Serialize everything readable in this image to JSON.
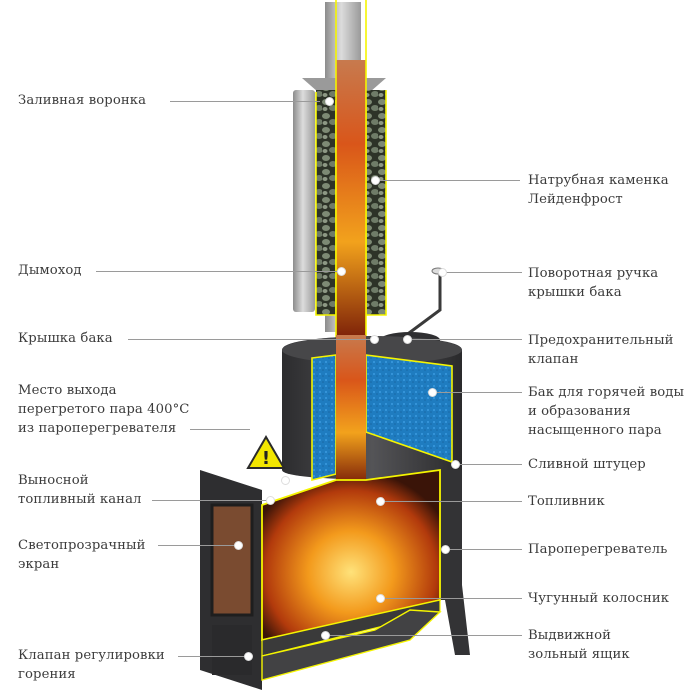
{
  "diagram": {
    "subject": "Sauna stove cutaway",
    "colors": {
      "outline": "#f5f500",
      "body": "#3b3b3d",
      "steel": "#b8b8b8",
      "water": "#1e7fc0",
      "fire": "#e8741a",
      "glass": "#8a5a3a",
      "warning_sign": "#f2e600"
    },
    "labels_left": [
      {
        "id": "funnel",
        "text": "Заливная воронка"
      },
      {
        "id": "chimney",
        "text": "Дымоход"
      },
      {
        "id": "tank_lid",
        "text": "Крышка бака"
      },
      {
        "id": "steam_outlet",
        "text": "Место выхода\nперегретого пара 400°С\nиз пароперегревателя"
      },
      {
        "id": "fuel_channel",
        "text": "Выносной\nтопливный канал"
      },
      {
        "id": "glass_screen",
        "text": "Светопрозрачный\nэкран"
      },
      {
        "id": "air_valve",
        "text": "Клапан регулировки\nгорения"
      }
    ],
    "labels_right": [
      {
        "id": "stone_heater",
        "text": "Натрубная каменка\nЛейденфрост"
      },
      {
        "id": "lid_handle",
        "text": "Поворотная ручка\nкрышки бака"
      },
      {
        "id": "safety_valve",
        "text": "Предохранительный\nклапан"
      },
      {
        "id": "water_tank",
        "text": "Бак для горячей воды\nи образования\nнасыщенного пара"
      },
      {
        "id": "drain_fitting",
        "text": "Сливной штуцер"
      },
      {
        "id": "firebox",
        "text": "Топливник"
      },
      {
        "id": "superheater",
        "text": "Пароперегреватель"
      },
      {
        "id": "grate",
        "text": "Чугунный колосник"
      },
      {
        "id": "ash_drawer",
        "text": "Выдвижной\nзольный ящик"
      }
    ]
  }
}
